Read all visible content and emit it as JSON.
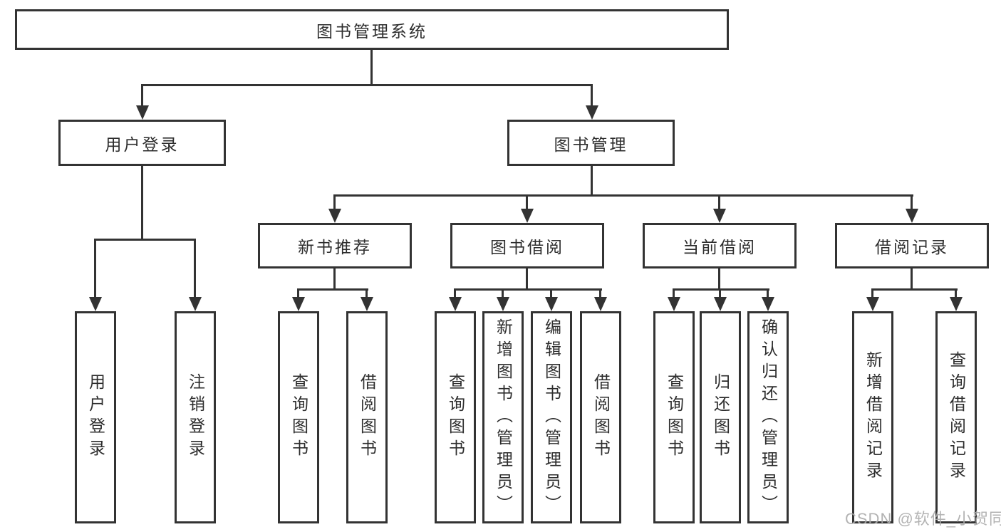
{
  "tree": {
    "label": "图书管理系统",
    "children": [
      {
        "label": "用户登录",
        "children": [
          {
            "label": "用户登录"
          },
          {
            "label": "注销登录"
          }
        ]
      },
      {
        "label": "图书管理",
        "children": [
          {
            "label": "新书推荐",
            "children": [
              {
                "label": "查询图书"
              },
              {
                "label": "借阅图书"
              }
            ]
          },
          {
            "label": "图书借阅",
            "children": [
              {
                "label": "查询图书"
              },
              {
                "label": "新增图书（管理员）"
              },
              {
                "label": "编辑图书（管理员）"
              },
              {
                "label": "借阅图书"
              }
            ]
          },
          {
            "label": "当前借阅",
            "children": [
              {
                "label": "查询图书"
              },
              {
                "label": "归还图书"
              },
              {
                "label": "确认归还（管理员）"
              }
            ]
          },
          {
            "label": "借阅记录",
            "children": [
              {
                "label": "新增借阅记录"
              },
              {
                "label": "查询借阅记录"
              }
            ]
          }
        ]
      }
    ]
  },
  "watermark": "CSDN @软件_小贺同学",
  "colors": {
    "line": "#333333",
    "text": "#2d2d2d",
    "watermark": "#ababab",
    "background": "#ffffff"
  }
}
